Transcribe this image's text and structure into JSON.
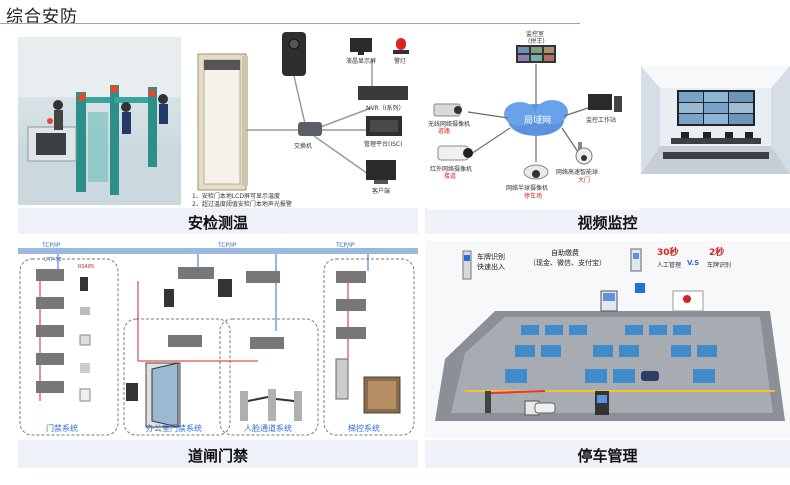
{
  "page": {
    "title": "综合安防"
  },
  "sections": {
    "security": {
      "caption": "安检测温",
      "diagram": {
        "nodes": {
          "display": "液晶显示屏",
          "alarm": "警灯",
          "nvr": "NVR（I系列）",
          "switch": "交换机",
          "platform": "管理平台(ISC)",
          "client": "客户端"
        },
        "notes": [
          "1、安检门本地LCD屏可显示温度",
          "2、超过温度阈值安检门本地声光报警"
        ]
      }
    },
    "video": {
      "caption": "视频监控",
      "diagram": {
        "center": "局域网",
        "nodes": {
          "monitor_room": "监控室",
          "monitor_room_sub": "(拼王)",
          "wireless_cam": "无线网络摄像机",
          "wireless_cam_loc": "道路",
          "ir_cam": "红外网络摄像机",
          "ir_cam_loc": "楼道",
          "dome_cam": "网络半球摄像机",
          "dome_cam_loc": "停车场",
          "workstation": "监控工作站",
          "speed_dome": "网络高速智能球",
          "speed_dome_loc": "大门"
        }
      }
    },
    "gate": {
      "caption": "道闸门禁",
      "protocol": "TCP/IP",
      "bus_labels": [
        "UTP-5E",
        "RS485"
      ],
      "systems": [
        "门禁系统",
        "办公室门禁系统",
        "人脸通道系统",
        "梯控系统"
      ]
    },
    "parking": {
      "caption": "停车管理",
      "features": {
        "plate": "车牌识别",
        "plate_sub": "快速出入",
        "pay": "自助缴费",
        "pay_sub": "（现金、微信、支付宝）",
        "manual_time": "30秒",
        "manual_label": "人工管理",
        "vs": "V.S",
        "auto_time": "2秒",
        "auto_label": "车牌识别"
      }
    }
  },
  "colors": {
    "accent": "#2f6bd8",
    "caption_bg": "#eef1f8",
    "alert": "#d12424"
  }
}
